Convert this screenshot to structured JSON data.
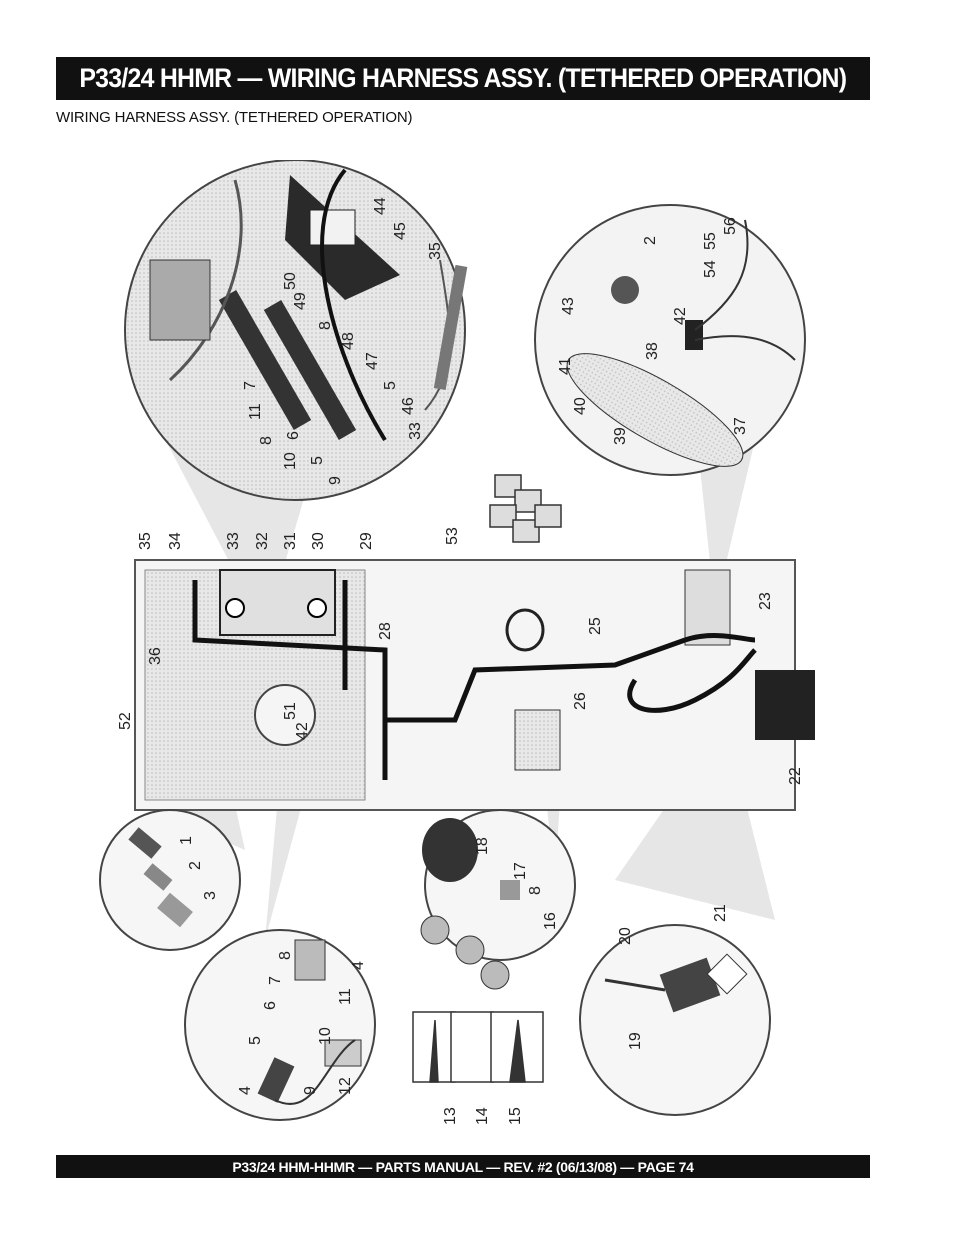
{
  "header": {
    "title": "P33/24 HHMR — WIRING HARNESS ASSY. (TETHERED OPERATION)"
  },
  "section_label": "WIRING HARNESS ASSY. (TETHERED OPERATION)",
  "figure": {
    "callouts": [
      "44",
      "45",
      "35",
      "50",
      "49",
      "8",
      "48",
      "47",
      "5",
      "46",
      "33",
      "9",
      "5",
      "10",
      "6",
      "8",
      "11",
      "7",
      "2",
      "56",
      "55",
      "54",
      "43",
      "42",
      "38",
      "41",
      "40",
      "39",
      "37",
      "53",
      "35",
      "34",
      "33",
      "32",
      "31",
      "30",
      "29",
      "28",
      "36",
      "52",
      "51",
      "42",
      "25",
      "26",
      "23",
      "22",
      "1",
      "2",
      "3",
      "18",
      "17",
      "8",
      "16",
      "13",
      "14",
      "15",
      "8",
      "4",
      "7",
      "11",
      "6",
      "10",
      "5",
      "12",
      "9",
      "4",
      "21",
      "20",
      "19"
    ]
  },
  "footer": {
    "text": "P33/24 HHM-HHMR — PARTS MANUAL — REV. #2 (06/13/08) — PAGE 74"
  }
}
